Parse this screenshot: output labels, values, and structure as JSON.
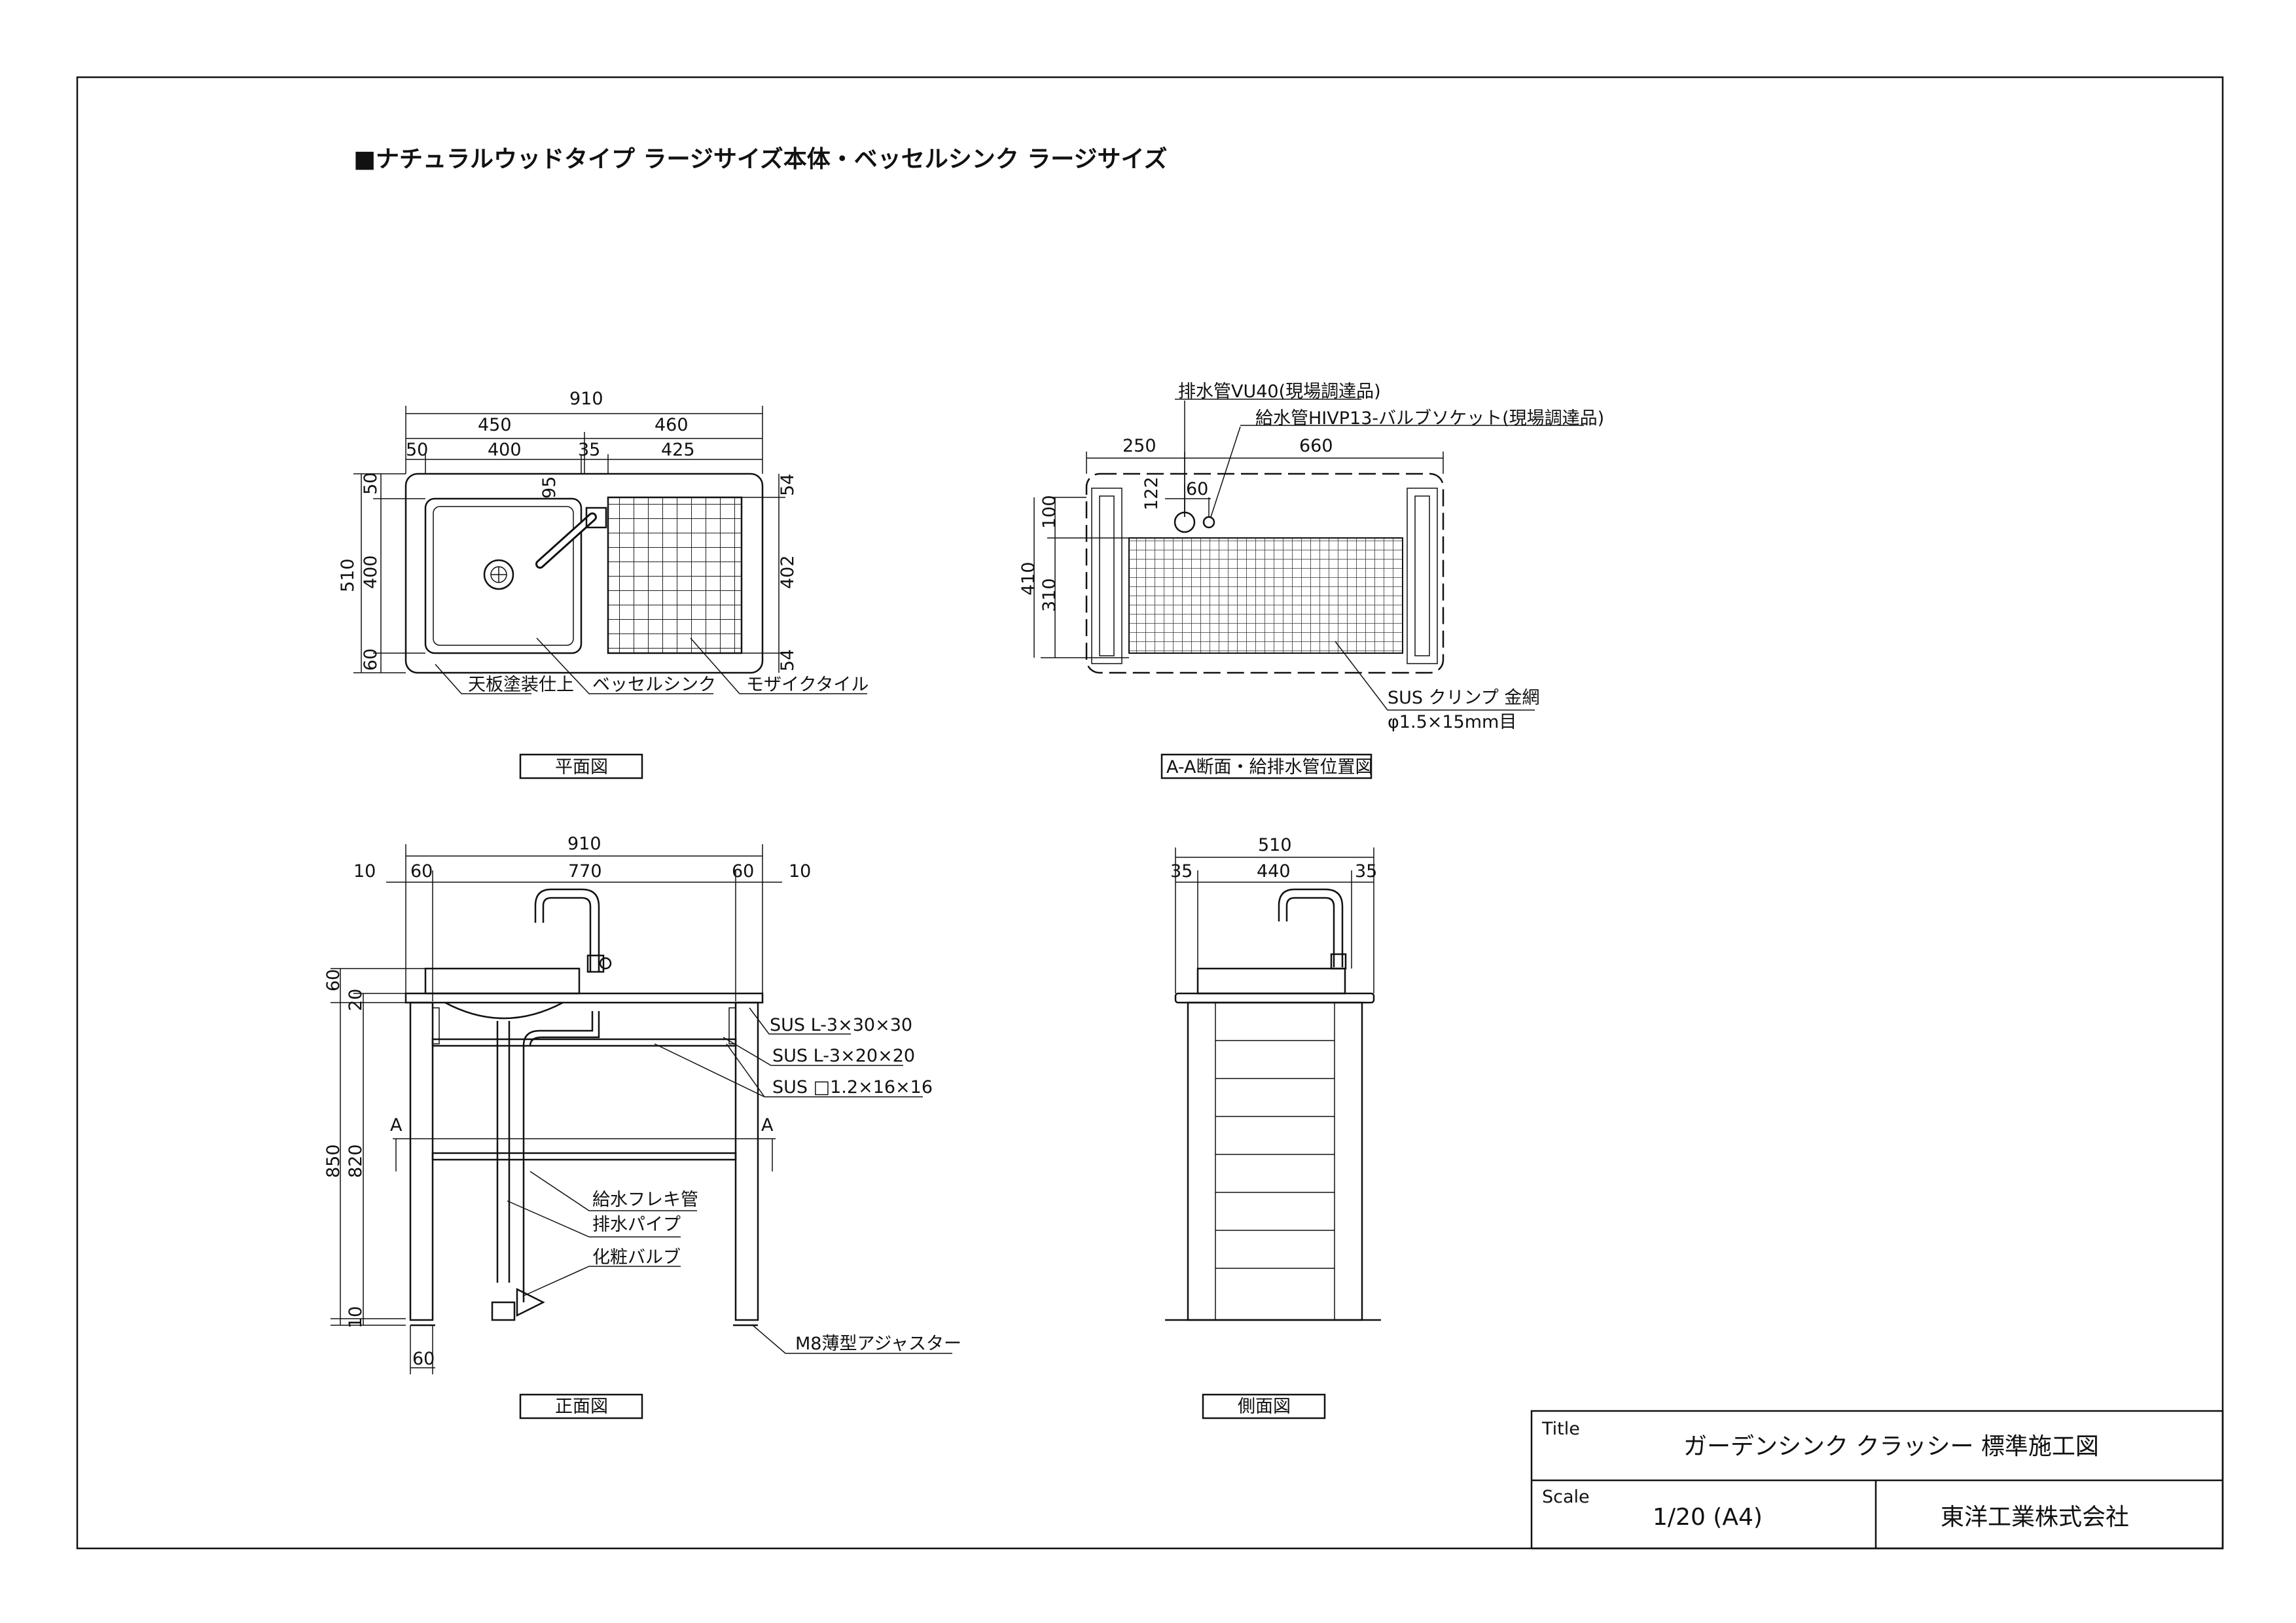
{
  "header": {
    "title": "■ナチュラルウッドタイプ ラージサイズ本体・ベッセルシンク ラージサイズ"
  },
  "plan": {
    "caption": "平面図",
    "dims": {
      "total": "910",
      "left": "450",
      "right": "460",
      "margin_left": "50",
      "basin_w": "400",
      "gap": "35",
      "tile_w": "425",
      "top_margin": "50",
      "basin_h": "400",
      "bottom_margin": "60",
      "depth": "510",
      "faucet_off": "95",
      "tile_top": "54",
      "tile_h": "402",
      "tile_bottom": "54"
    },
    "labels": {
      "top": "天板塗装仕上",
      "sink": "ベッセルシンク",
      "tile": "モザイクタイル"
    }
  },
  "section": {
    "caption": "A-A断面・給排水管位置図",
    "labels": {
      "drain": "排水管VU40(現場調達品)",
      "supply": "給水管HIVP13-バルブソケット(現場調達品)",
      "mesh1": "SUS クリンプ 金網",
      "mesh2": "φ1.5×15mm目"
    },
    "dims": {
      "w1": "250",
      "w2": "660",
      "d60": "60",
      "d122": "122",
      "d100": "100",
      "d410": "410",
      "d310": "310"
    }
  },
  "front": {
    "caption": "正面図",
    "dims": {
      "total": "910",
      "e10a": "10",
      "e60a": "60",
      "inner": "770",
      "e60b": "60",
      "e10b": "10",
      "h60": "60",
      "h20": "20",
      "h850": "850",
      "h820": "820",
      "h10": "10",
      "foot": "60",
      "mark": "A"
    },
    "labels": {
      "l1": "SUS L-3×30×30",
      "l2": "SUS L-3×20×20",
      "l3": "SUS □1.2×16×16",
      "flex": "給水フレキ管",
      "drain": "排水パイプ",
      "valve": "化粧バルブ",
      "adj": "M8薄型アジャスター"
    }
  },
  "side": {
    "caption": "側面図",
    "dims": {
      "total": "510",
      "e35a": "35",
      "inner": "440",
      "e35b": "35"
    }
  },
  "titleblock": {
    "title_label": "Title",
    "title": "ガーデンシンク クラッシー 標準施工図",
    "scale_label": "Scale",
    "scale": "1/20 (A4)",
    "company": "東洋工業株式会社"
  }
}
